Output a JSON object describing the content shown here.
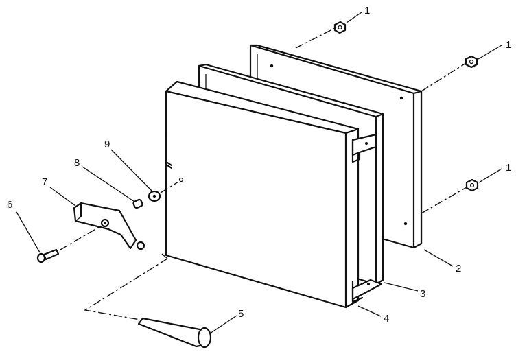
{
  "callouts": [
    "1",
    "1",
    "1",
    "2",
    "3",
    "4",
    "5",
    "6",
    "7",
    "8",
    "9"
  ]
}
